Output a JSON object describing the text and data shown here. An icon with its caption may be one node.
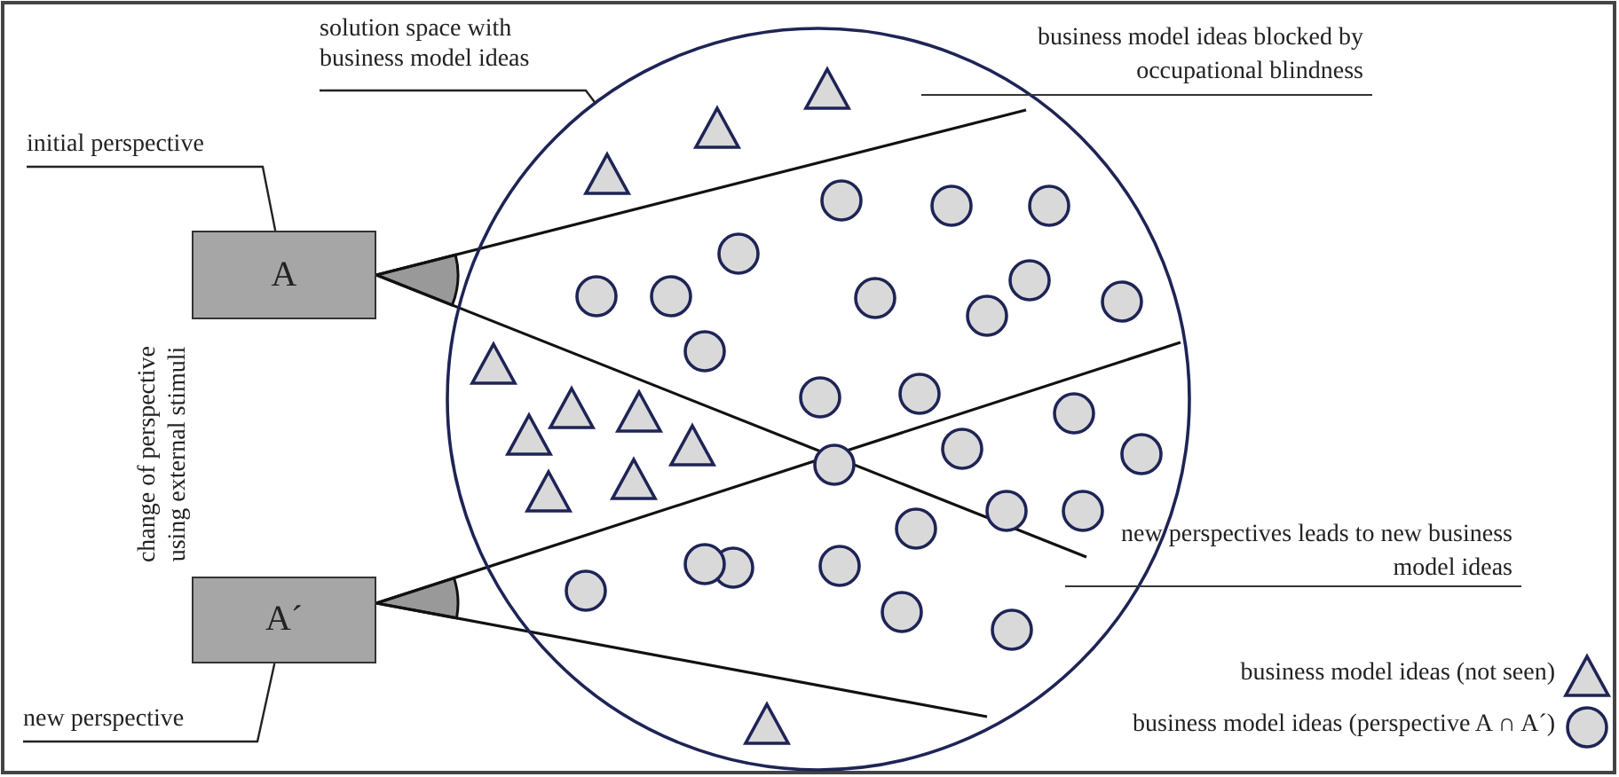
{
  "diagram": {
    "nodes": [
      {
        "text": [
          "solution space with business model ideas"
        ]
      },
      {
        "text": [],
        "shape": "circle"
      },
      {
        "text": [
          "initial perspective"
        ]
      },
      {
        "text": [
          "A"
        ]
      },
      {
        "text": [
          "A´"
        ]
      },
      {
        "text": [
          "new perspective"
        ]
      }
    ],
    "edges": [
      {
        "from": 0,
        "to": 1,
        "arrow": "none"
      },
      {
        "from": 2,
        "to": 3,
        "arrow": "none"
      },
      {
        "from": 5,
        "to": 4,
        "arrow": "none"
      }
    ],
    "labels": [
      "business model ideas blocked by occupational blindness",
      "change of perspective using external stimuli",
      "new perspectives leads to new business model ideas"
    ],
    "legend": [
      {
        "text": "business model ideas (not seen)"
      },
      {
        "text": "business model ideas (perspective A ∩ A´)"
      }
    ]
  }
}
